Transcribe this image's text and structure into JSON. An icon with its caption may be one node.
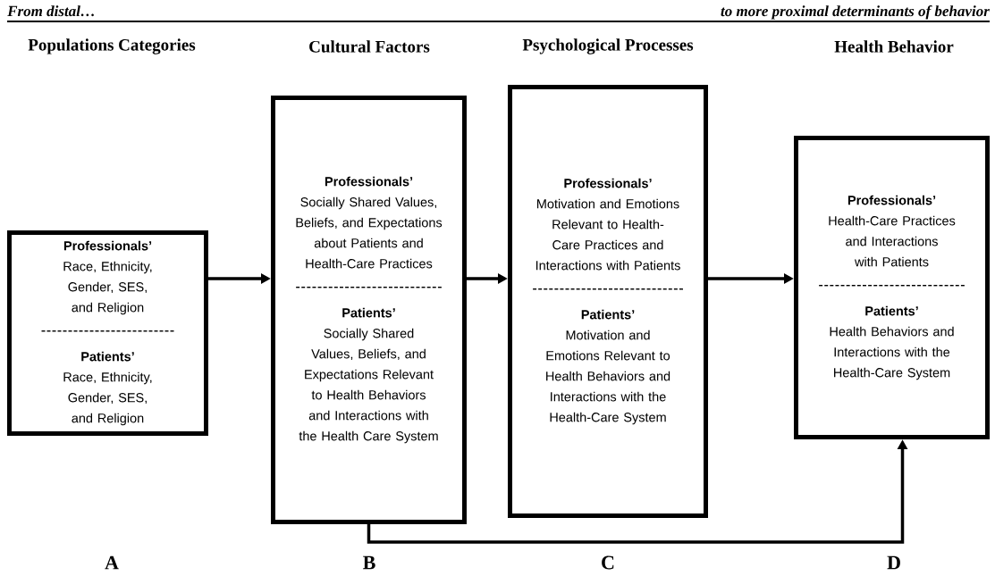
{
  "diagram": {
    "nodes": [
      {
        "text": [
          "Professionals’",
          "Race, Ethnicity, Gender, SES, and Religion",
          "Patients’",
          "Race, Ethnicity, Gender, SES, and Religion"
        ]
      },
      {
        "text": [
          "Professionals’",
          "Socially Shared Values, Beliefs, and Expectations about Patients and Health-Care Practices",
          "Patients’",
          "Socially Shared Values, Beliefs, and Expectations Relevant to Health Behaviors and Interactions with the Health Care System"
        ]
      },
      {
        "text": [
          "Professionals’",
          "Motivation and Emotions Relevant to Health-Care Practices and Interactions with Patients",
          "Patients’",
          "Motivation and Emotions Relevant to Health Behaviors and Interactions with the Health-Care System"
        ]
      },
      {
        "text": [
          "Professionals’",
          "Health-Care Practices and Interactions with Patients",
          "Patients’",
          "Health Behaviors and Interactions with the Health-Care System"
        ]
      }
    ],
    "edges": [
      {
        "from": 0,
        "to": 1,
        "arrow": "to"
      },
      {
        "from": 1,
        "to": 2,
        "arrow": "to"
      },
      {
        "from": 2,
        "to": 3,
        "arrow": "to"
      },
      {
        "from": 1,
        "to": 3,
        "arrow": "to"
      }
    ],
    "labels": [
      "From distal…",
      "to more proximal determinants of behavior",
      "Populations Categories",
      "Cultural Factors",
      "Psychological Processes",
      "Health Behavior",
      "A",
      "B",
      "C",
      "D"
    ]
  }
}
